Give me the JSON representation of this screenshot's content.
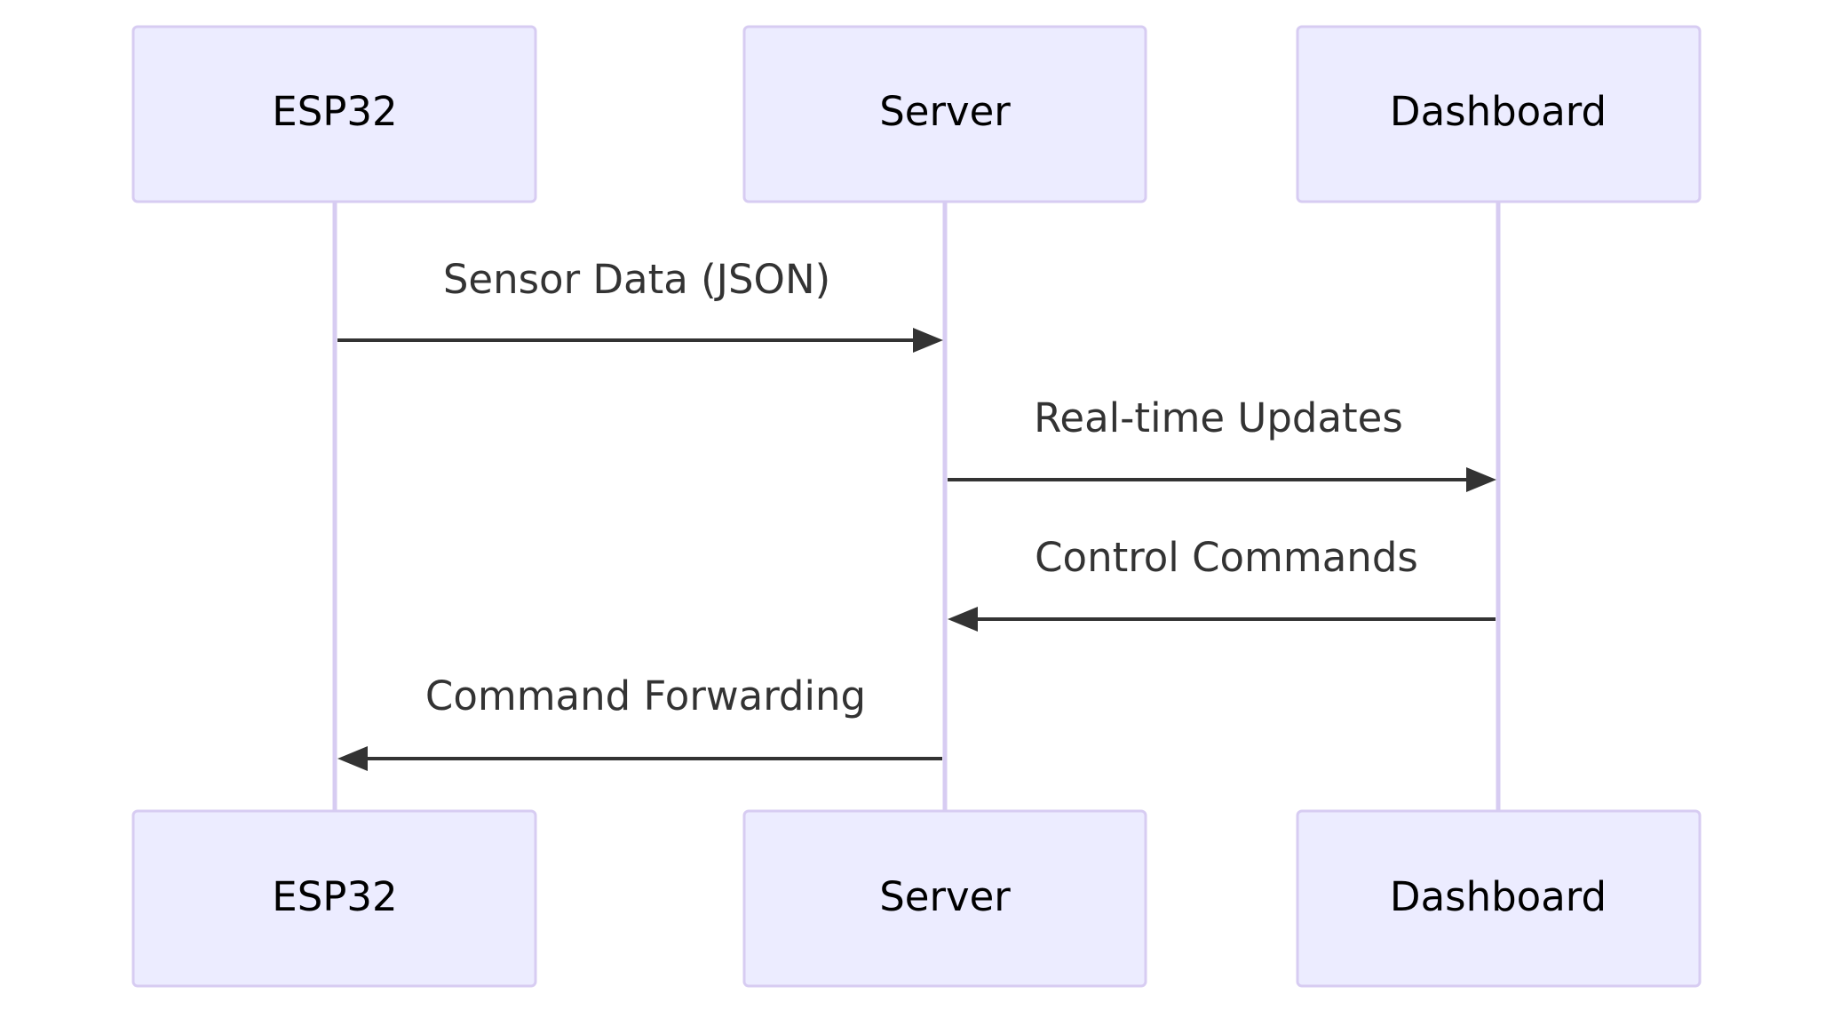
{
  "participants": [
    {
      "id": "esp32",
      "label": "ESP32"
    },
    {
      "id": "server",
      "label": "Server"
    },
    {
      "id": "dashboard",
      "label": "Dashboard"
    }
  ],
  "messages": [
    {
      "from": "esp32",
      "to": "server",
      "label": "Sensor Data (JSON)"
    },
    {
      "from": "server",
      "to": "dashboard",
      "label": "Real-time Updates"
    },
    {
      "from": "dashboard",
      "to": "server",
      "label": "Control Commands"
    },
    {
      "from": "server",
      "to": "esp32",
      "label": "Command Forwarding"
    }
  ],
  "colors": {
    "actor_fill": "#ECECFF",
    "actor_stroke": "#D7CCF2",
    "lifeline": "#D7CCF2",
    "arrow": "#333333",
    "label": "#333333"
  }
}
